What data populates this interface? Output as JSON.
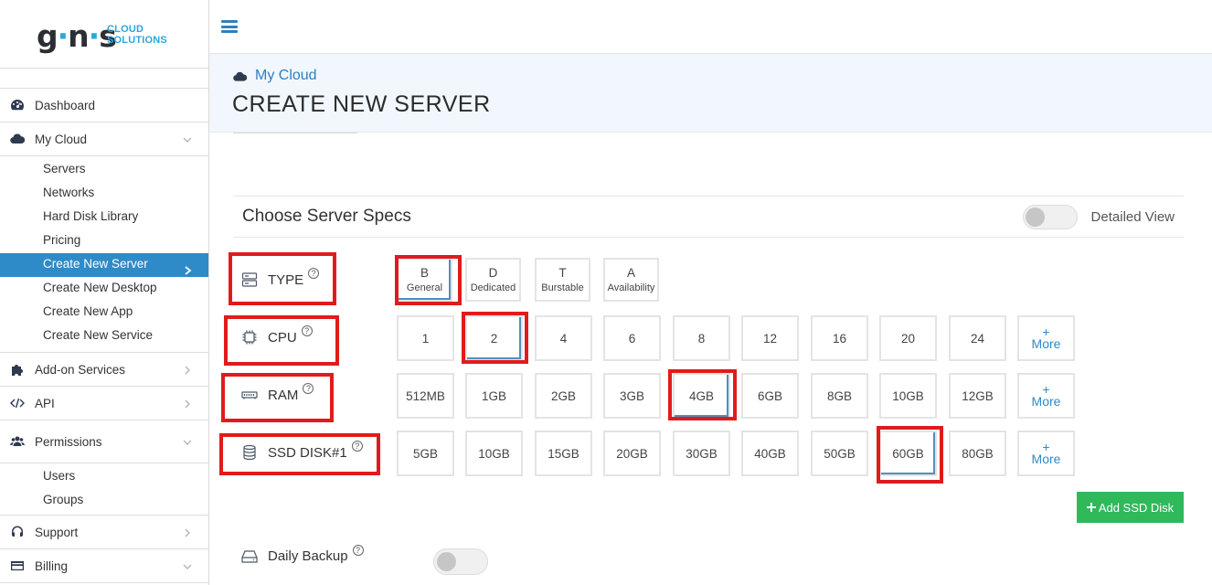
{
  "brand": {
    "logo_mark_1": "g",
    "logo_dot_1": "·",
    "logo_mark_2": "n",
    "logo_dot_2": "·",
    "logo_mark_3": "s",
    "logo_line1": "CLOUD",
    "logo_line2": "SOLUTIONS",
    "color": "#2aa7df"
  },
  "sidebar": {
    "dashboard": "Dashboard",
    "my_cloud": "My Cloud",
    "my_cloud_items": [
      "Servers",
      "Networks",
      "Hard Disk Library",
      "Pricing",
      "Create New Server",
      "Create New Desktop",
      "Create New App",
      "Create New Service"
    ],
    "active_item": "Create New Server",
    "addon": "Add-on Services",
    "api": "API",
    "permissions": "Permissions",
    "permissions_items": [
      "Users",
      "Groups"
    ],
    "support": "Support",
    "billing": "Billing",
    "accent": "#2f8ac8"
  },
  "header": {
    "breadcrumb": "My Cloud",
    "title": "CREATE NEW SERVER"
  },
  "specs": {
    "title": "Choose Server Specs",
    "detailed_view": "Detailed View",
    "type_label": "TYPE",
    "cpu_label": "CPU",
    "ram_label": "RAM",
    "ssd_label": "SSD DISK#1",
    "help": "?",
    "types": [
      {
        "letter": "B",
        "name": "General"
      },
      {
        "letter": "D",
        "name": "Dedicated"
      },
      {
        "letter": "T",
        "name": "Burstable"
      },
      {
        "letter": "A",
        "name": "Availability"
      }
    ],
    "cpu": [
      "1",
      "2",
      "4",
      "6",
      "8",
      "12",
      "16",
      "20",
      "24"
    ],
    "ram": [
      "512MB",
      "1GB",
      "2GB",
      "3GB",
      "4GB",
      "6GB",
      "8GB",
      "10GB",
      "12GB"
    ],
    "ssd": [
      "5GB",
      "10GB",
      "15GB",
      "20GB",
      "30GB",
      "40GB",
      "50GB",
      "60GB",
      "80GB"
    ],
    "more_plus": "+",
    "more_label": "More",
    "selected": {
      "type": "B",
      "cpu": "2",
      "ram": "4GB",
      "ssd": "60GB"
    },
    "highlight_color": "#e01b1b"
  },
  "add_ssd": {
    "label": "Add SSD Disk",
    "color": "#2fb95b"
  },
  "backup": {
    "label": "Daily Backup"
  }
}
